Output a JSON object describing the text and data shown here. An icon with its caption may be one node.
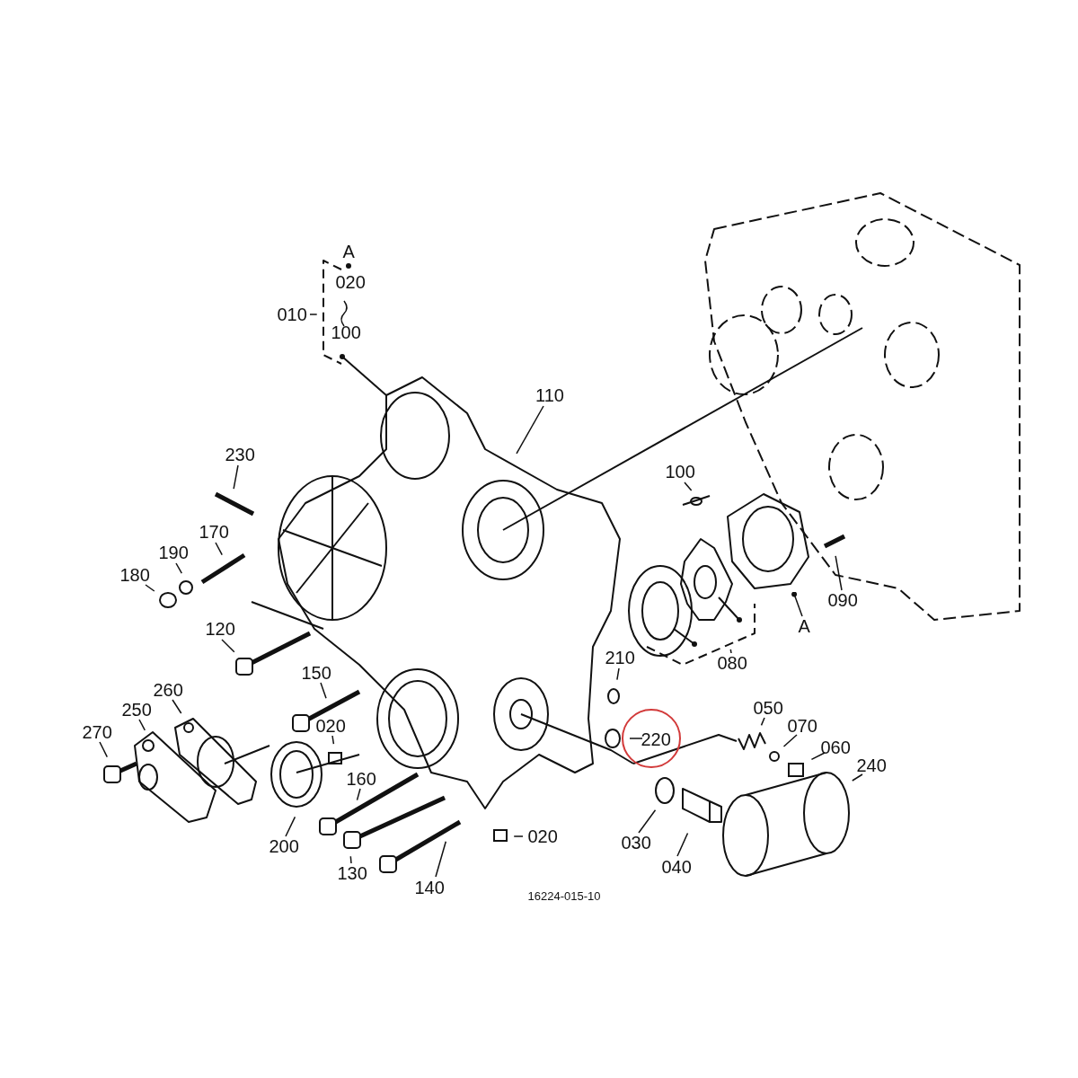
{
  "diagram": {
    "nodes": [
      {
        "text": [
          "010"
        ]
      },
      {
        "text": [
          "110"
        ]
      },
      {
        "text": [
          "230"
        ]
      },
      {
        "text": [
          "100"
        ]
      },
      {
        "text": [
          "170"
        ]
      },
      {
        "text": [
          "190"
        ]
      },
      {
        "text": [
          "180"
        ]
      },
      {
        "text": [
          "120"
        ]
      },
      {
        "text": [
          "090"
        ]
      },
      {
        "text": [
          "A"
        ]
      },
      {
        "text": [
          "080"
        ]
      },
      {
        "text": [
          "210"
        ]
      },
      {
        "text": [
          "260"
        ]
      },
      {
        "text": [
          "150"
        ]
      },
      {
        "text": [
          "050"
        ]
      },
      {
        "text": [
          "270"
        ]
      },
      {
        "text": [
          "250"
        ]
      },
      {
        "text": [
          "220"
        ]
      },
      {
        "text": [
          "070"
        ]
      },
      {
        "text": [
          "020"
        ]
      },
      {
        "text": [
          "060"
        ]
      },
      {
        "text": [
          "240"
        ]
      },
      {
        "text": [
          "160"
        ]
      },
      {
        "text": [
          "200"
        ]
      },
      {
        "text": [
          "020"
        ]
      },
      {
        "text": [
          "030"
        ]
      },
      {
        "text": [
          "130"
        ]
      },
      {
        "text": [
          "040"
        ]
      },
      {
        "text": [
          "140"
        ]
      }
    ],
    "edges": [
      {
        "from": 0,
        "to": null,
        "arrow": "none"
      },
      {
        "from": 1,
        "to": null,
        "arrow": "none"
      },
      {
        "from": 2,
        "to": null,
        "arrow": "none"
      },
      {
        "from": 3,
        "to": null,
        "arrow": "none"
      },
      {
        "from": 4,
        "to": null,
        "arrow": "none"
      },
      {
        "from": 5,
        "to": null,
        "arrow": "none"
      },
      {
        "from": 6,
        "to": null,
        "arrow": "none"
      },
      {
        "from": 7,
        "to": null,
        "arrow": "none"
      },
      {
        "from": 8,
        "to": null,
        "arrow": "none"
      },
      {
        "from": 9,
        "to": null,
        "arrow": "other"
      },
      {
        "from": 10,
        "to": null,
        "arrow": "none"
      },
      {
        "from": 11,
        "to": null,
        "arrow": "none"
      },
      {
        "from": 12,
        "to": null,
        "arrow": "none"
      },
      {
        "from": 13,
        "to": null,
        "arrow": "none"
      },
      {
        "from": 14,
        "to": null,
        "arrow": "none"
      },
      {
        "from": 15,
        "to": null,
        "arrow": "none"
      },
      {
        "from": 16,
        "to": null,
        "arrow": "none"
      },
      {
        "from": 17,
        "to": null,
        "arrow": "none"
      },
      {
        "from": 18,
        "to": null,
        "arrow": "none"
      },
      {
        "from": 19,
        "to": null,
        "arrow": "none"
      },
      {
        "from": 20,
        "to": null,
        "arrow": "none"
      },
      {
        "from": 21,
        "to": null,
        "arrow": "none"
      },
      {
        "from": 22,
        "to": null,
        "arrow": "none"
      },
      {
        "from": 23,
        "to": null,
        "arrow": "none"
      },
      {
        "from": 24,
        "to": null,
        "arrow": "none"
      },
      {
        "from": 25,
        "to": null,
        "arrow": "none"
      },
      {
        "from": 26,
        "to": null,
        "arrow": "none"
      },
      {
        "from": 27,
        "to": null,
        "arrow": "none"
      },
      {
        "from": 28,
        "to": null,
        "arrow": "none"
      }
    ],
    "labels": [
      "A",
      "020",
      "100",
      "16224-015-10"
    ]
  }
}
